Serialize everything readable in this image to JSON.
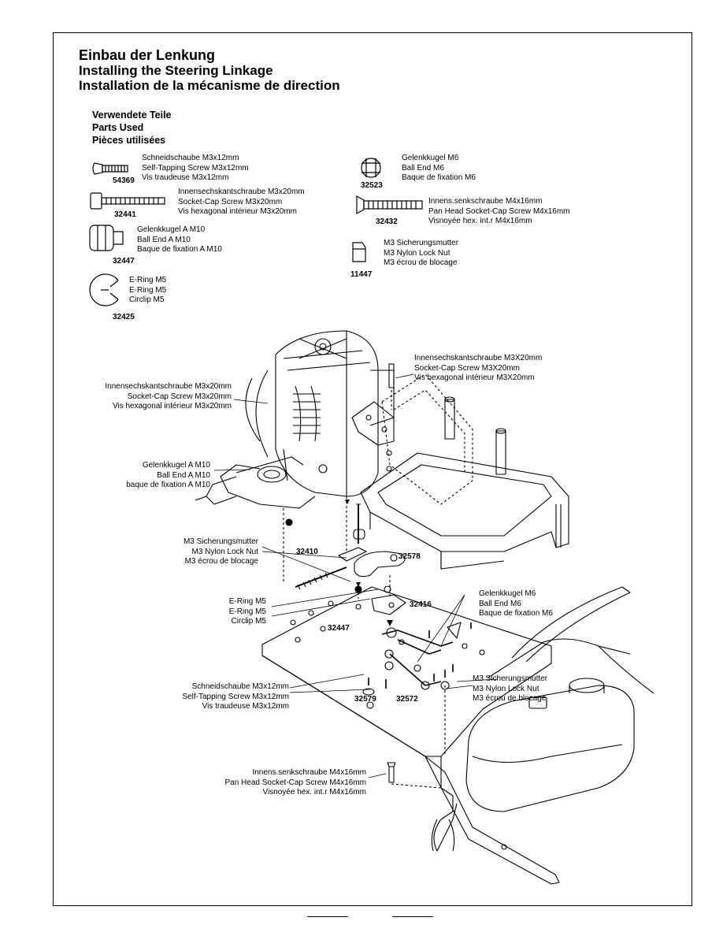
{
  "titles": {
    "de": "Einbau der Lenkung",
    "en": "Installing the Steering Linkage",
    "fr": "Installation de la mécanisme de direction"
  },
  "parts_heading": {
    "de": "Verwendete Teile",
    "en": "Parts Used",
    "fr": "Pièces utilisées"
  },
  "parts": [
    {
      "id": "54369",
      "lines": [
        "Schneidschaube M3x12mm",
        "Self-Tapping Screw M3x12mm",
        "Vis traudeuse M3x12mm"
      ],
      "icon": "self-tapping-screw-icon"
    },
    {
      "id": "32441",
      "lines": [
        "Innensechskantschraube M3x20mm",
        "Socket-Cap Screw M3x20mm",
        "Vis hexagonal intérieur M3x20mm"
      ],
      "icon": "socket-cap-screw-icon"
    },
    {
      "id": "32447",
      "lines": [
        "Gelenkkugel A M10",
        "Ball End A M10",
        "Baque de fixation A M10"
      ],
      "icon": "ball-end-a-icon"
    },
    {
      "id": "32425",
      "lines": [
        "E-Ring M5",
        "E-Ring M5",
        "Circlip M5"
      ],
      "icon": "e-ring-icon"
    },
    {
      "id": "32523",
      "lines": [
        "Gelenkkugel M6",
        "Ball End M6",
        "Baque de fixation M6"
      ],
      "icon": "ball-end-m6-icon"
    },
    {
      "id": "32432",
      "lines": [
        "Innens.senkschraube M4x16mm",
        "Pan Head Socket-Cap Screw M4x16mm",
        "Visnoyée hex. int.r M4x16mm"
      ],
      "icon": "countersunk-screw-icon"
    },
    {
      "id": "11447",
      "lines": [
        "M3 Sicherungsmutter",
        "M3 Nylon Lock Nut",
        "M3 écrou de blocage"
      ],
      "icon": "lock-nut-icon"
    }
  ],
  "callouts": {
    "socket_top": [
      "Innensechskantschraube M3X20mm",
      "Socket-Cap Screw M3X20mm",
      "Vis hexagonal intérieur M3X20mm"
    ],
    "socket_left": [
      "Innensechskantschraube M3x20mm",
      "Socket-Cap Screw M3x20mm",
      "Vis hexagonal intérieur M3x20mm"
    ],
    "ballend_a": [
      "Gelenkkugel A M10",
      "Ball End A M10",
      "baque de fixation A M10"
    ],
    "locknut_left": [
      "M3 Sicherungsmutter",
      "M3 Nylon Lock Nut",
      "M3 écrou de blocage"
    ],
    "ering": [
      "E-Ring M5",
      "E-Ring M5",
      "Circlip M5"
    ],
    "ballend_m6": [
      "Gelenkkugel M6",
      "Ball End M6",
      "Baque de fixation M6"
    ],
    "locknut_right": [
      "M3 Sicherungsmutter",
      "M3 Nylon Lock Nut",
      "M3 écrou de blocage"
    ],
    "selftap": [
      "Schneidschaube M3x12mm",
      "Self-Tapping Screw M3x12mm",
      "Vis traudeuse M3x12mm"
    ],
    "panhead": [
      "Innens.senkschraube M4x16mm",
      "Pan Head Socket-Cap Screw M4x16mm",
      "Visnoyée hex. int.r M4x16mm"
    ]
  },
  "part_numbers": {
    "p32410": "32410",
    "p32578": "32578",
    "p32416": "32416",
    "p32447": "32447",
    "p32579": "32579",
    "p32572": "32572"
  }
}
